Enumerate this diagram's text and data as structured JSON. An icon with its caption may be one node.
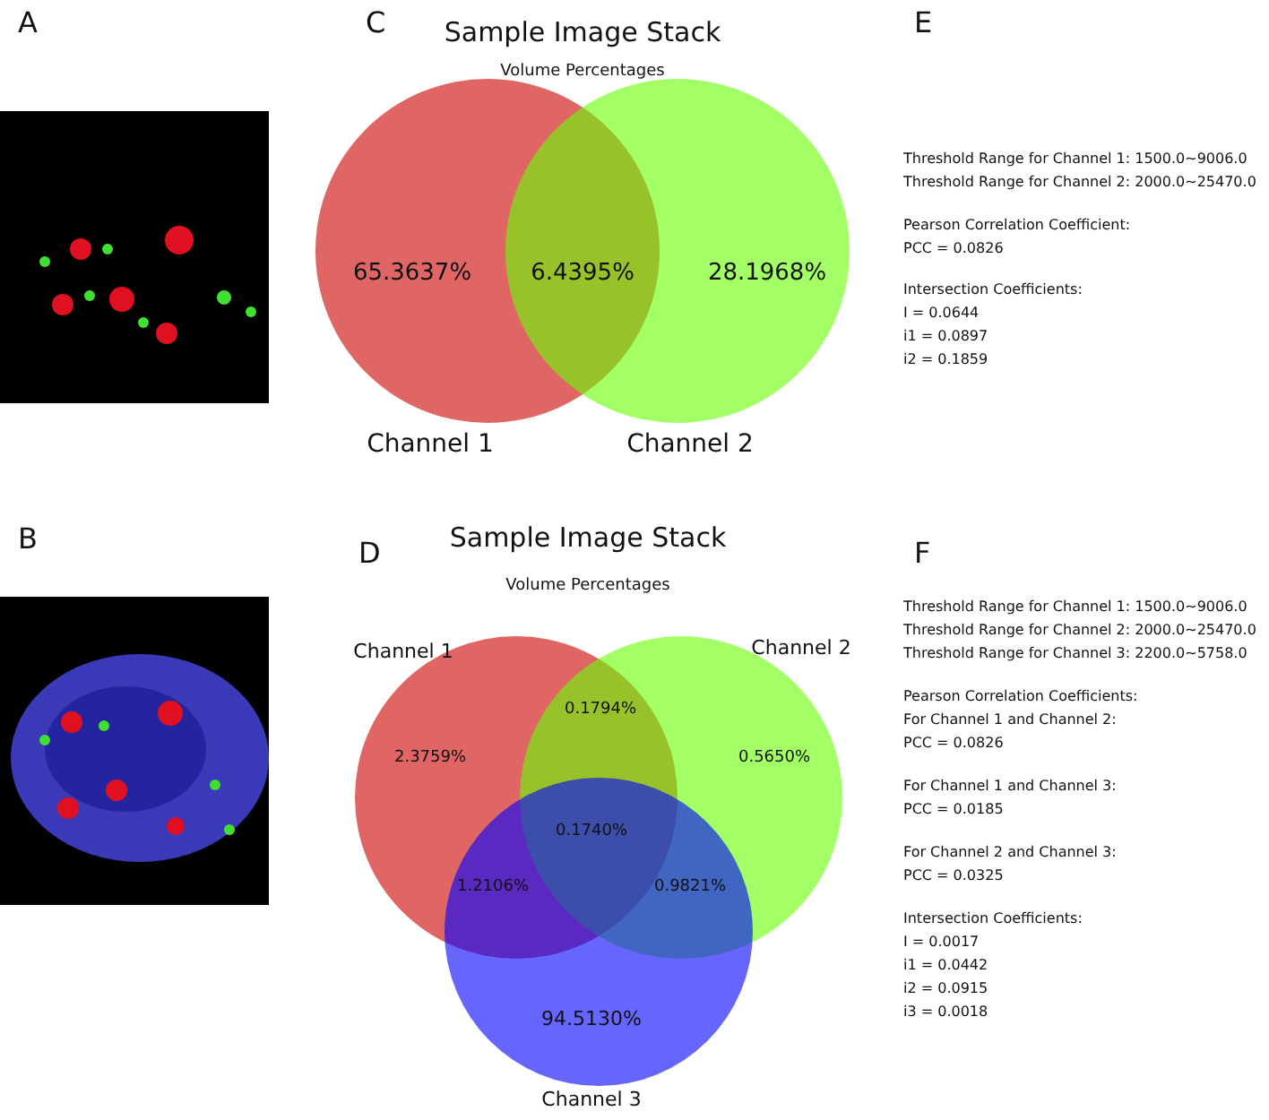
{
  "diagram": {
    "labels": [
      "A",
      "C",
      "Sample Image Stack",
      "E",
      "Volume Percentages",
      "65.3637%",
      "6.4395%",
      "28.1968%",
      "Channel 1",
      "Channel 2",
      "Threshold Range for Channel 1: 1500.0~9006.0",
      "Threshold Range for Channel 2: 2000.0~25470.0",
      "Pearson Correlation Coefficient:",
      "PCC = 0.0826",
      "Intersection Coefficients:",
      "I = 0.0644",
      "i1 = 0.0897",
      "i2 = 0.1859",
      "B",
      "D",
      "Sample Image Stack",
      "F",
      "Volume Percentages",
      "Channel 1",
      "Channel 2",
      "2.3759%",
      "0.1794%",
      "0.5650%",
      "0.1740%",
      "1.2106%",
      "0.9821%",
      "94.5130%",
      "Channel 3",
      "Threshold Range for Channel 1: 1500.0~9006.0",
      "Threshold Range for Channel 2: 2000.0~25470.0",
      "Threshold Range for Channel 3: 2200.0~5758.0",
      "Pearson Correlation Coefficients:",
      "For Channel 1 and Channel 2:",
      "PCC = 0.0826",
      "For Channel 1 and Channel 3:",
      "PCC = 0.0185",
      "For Channel 2 and Channel 3:",
      "PCC = 0.0325",
      "Intersection Coefficients:",
      "I = 0.0017",
      "i1 = 0.0442",
      "i2 = 0.0915",
      "i3 = 0.0018"
    ]
  }
}
